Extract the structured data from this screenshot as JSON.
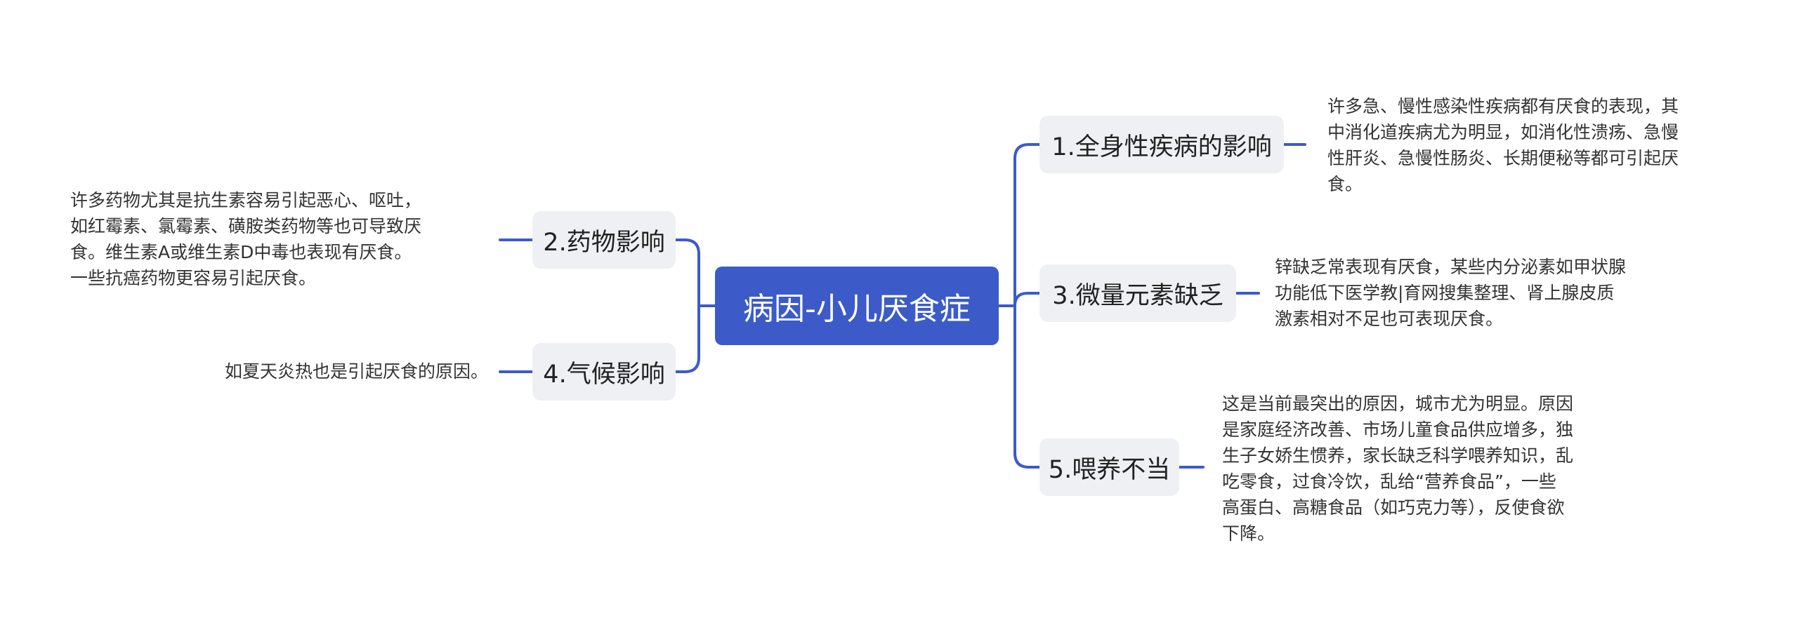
{
  "center": {
    "label": "病因-小儿厌食症"
  },
  "branches": [
    {
      "label": "1.全身性疾病的影响",
      "note": [
        "许多急、慢性感染性疾病都有厌食的表现，其",
        "中消化道疾病尤为明显，如消化性溃疡、急慢",
        "性肝炎、急慢性肠炎、长期便秘等都可引起厌",
        "食。"
      ]
    },
    {
      "label": "2.药物影响",
      "note": [
        "许多药物尤其是抗生素容易引起恶心、呕吐，",
        "如红霉素、氯霉素、磺胺类药物等也可导致厌",
        "食。维生素A或维生素D中毒也表现有厌食。",
        "一些抗癌药物更容易引起厌食。"
      ]
    },
    {
      "label": "3.微量元素缺乏",
      "note": [
        "锌缺乏常表现有厌食，某些内分泌素如甲状腺",
        "功能低下医学教|育网搜集整理、肾上腺皮质",
        "激素相对不足也可表现厌食。"
      ]
    },
    {
      "label": "4.气候影响",
      "note": [
        "如夏天炎热也是引起厌食的原因。"
      ]
    },
    {
      "label": "5.喂养不当",
      "note": [
        "这是当前最突出的原因，城市尤为明显。原因",
        "是家庭经济改善、市场儿童食品供应增多，独",
        "生子女娇生惯养，家长缺乏科学喂养知识，乱",
        "吃零食，过食冷饮，乱给“营养食品”，一些",
        "高蛋白、高糖食品（如巧克力等），反使食欲",
        "下降。"
      ]
    }
  ],
  "colors": {
    "center_fill": "#3c5bc8",
    "topic_fill": "#eef0f3",
    "connector": "#3c5bc8"
  }
}
